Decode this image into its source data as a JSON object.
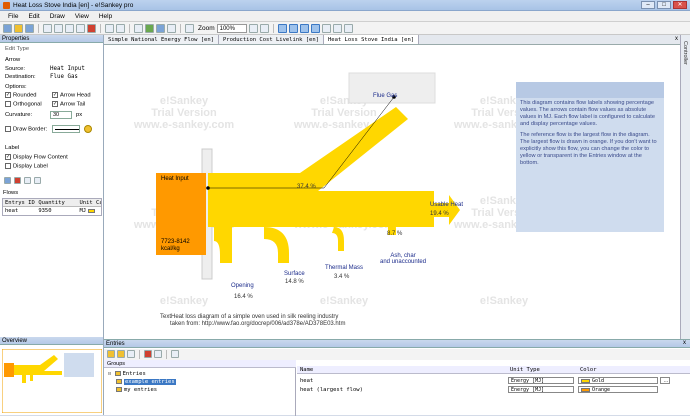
{
  "window": {
    "title": "Heat Loss Stove India [en] - e!Sankey pro",
    "minimize": "–",
    "maximize": "□",
    "close": "✕"
  },
  "menu": [
    "File",
    "Edit",
    "Draw",
    "View",
    "Help"
  ],
  "toolbar": {
    "zoom_label": "Zoom",
    "zoom_value": "100%"
  },
  "properties": {
    "panel_title": "Properties",
    "edit_type": "Edit Type",
    "section_arrow": "Arrow",
    "source_label": "Source:",
    "source_value": "Heat Input",
    "destination_label": "Destination:",
    "destination_value": "Flue Gas",
    "options_label": "Options:",
    "opt_rounded": "Rounded",
    "opt_arrow_head": "Arrow Head",
    "opt_orthogonal": "Orthogonal",
    "opt_arrow_tail": "Arrow Tail",
    "curvature_label": "Curvature:",
    "curvature_value": "30",
    "curvature_unit": "px",
    "draw_border": "Draw Border:",
    "section_label": "Label",
    "display_flow_content": "Display Flow Content",
    "display_label": "Display Label",
    "flows_title": "Flows",
    "flows_columns": [
      "Entrys ID",
      "Quantity",
      "Unit Ca"
    ],
    "flows_rows": [
      {
        "entry": "heat",
        "quantity": "9350",
        "unit": "MJ"
      }
    ]
  },
  "overview": {
    "title": "Overview"
  },
  "tabs": [
    "Simple National Energy Flow [en]",
    "Production Cost Livelink [en]",
    "Heat Loss Stove India [en]"
  ],
  "tab_close": "x",
  "side_label": "Controller",
  "watermark": {
    "line1": "e!Sankey",
    "line2": "Trial Version",
    "line3": "www.e-sankey.com"
  },
  "diagram": {
    "source_label": "Heat Input",
    "source_value": "7723-8142",
    "source_unit": "kcal/kg",
    "flows": [
      {
        "label": "Flue Gas",
        "pct": "37.4 %"
      },
      {
        "label": "Usable Heat",
        "pct": "19.4 %"
      },
      {
        "label": "Ash, char\nand unaccounted",
        "pct": "8.7 %"
      },
      {
        "label": "Thermal Mass",
        "pct": "3.4 %"
      },
      {
        "label": "Surface",
        "pct": "14.8 %"
      },
      {
        "label": "Opening",
        "pct": "16.4 %"
      }
    ],
    "caption_line1": "TextHeat loss diagram of a simple oven used in silk reeling industry",
    "caption_line2": "taken from: http://www.fao.org/docrep/006/ad378e/AD378E03.htm",
    "description_p1": "This diagram contains flow labels showing percentage values. The arrows contain flow values as absolute values in MJ. Each flow label is configured to calculate and display percentage values.",
    "description_p2": "The reference flow is the largest flow in the diagram. The largest flow is drawn in orange. If you don't want to explicitly show this flow, you can change the color to yellow or transparent in the Entries window at the bottom.",
    "colors": {
      "flow": "#ffd700",
      "source": "#ff9900",
      "node": "#e6e6e6"
    }
  },
  "entries": {
    "title": "Entries",
    "groups_header": "Groups",
    "tree": [
      {
        "label": "Entries",
        "level": 0
      },
      {
        "label": "example entries",
        "level": 1,
        "selected": true
      },
      {
        "label": "my entries",
        "level": 1
      }
    ],
    "columns": [
      "Name",
      "Unit Type",
      "Color"
    ],
    "rows": [
      {
        "name": "heat",
        "unit_type": "Energy [MJ]",
        "color": "Gold",
        "swatch": "#ffd700"
      },
      {
        "name": "heat (largest flow)",
        "unit_type": "Energy [MJ]",
        "color": "Orange",
        "swatch": "#ff9900"
      }
    ],
    "more_button": "...",
    "close": "x"
  }
}
